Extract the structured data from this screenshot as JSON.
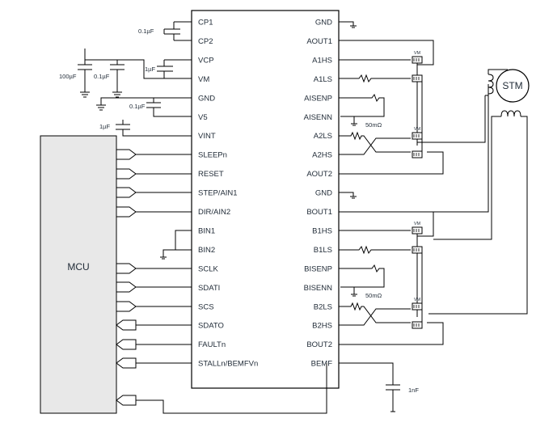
{
  "ic": {
    "left_pins": [
      "CP1",
      "CP2",
      "VCP",
      "VM",
      "GND",
      "V5",
      "VINT",
      "SLEEPn",
      "RESET",
      "STEP/AIN1",
      "DIR/AIN2",
      "BIN1",
      "BIN2",
      "SCLK",
      "SDATI",
      "SCS",
      "SDATO",
      "FAULTn",
      "STALLn/BEMFVn"
    ],
    "right_pins": [
      "GND",
      "AOUT1",
      "A1HS",
      "A1LS",
      "AISENP",
      "AISENN",
      "A2LS",
      "A2HS",
      "AOUT2",
      "GND",
      "BOUT1",
      "B1HS",
      "B1LS",
      "BISENP",
      "BISENN",
      "B2LS",
      "B2HS",
      "BOUT2",
      "BEMF"
    ]
  },
  "mcu_label": "MCU",
  "motor_label": "STM",
  "components": {
    "c_cp": "0.1µF",
    "c_vcp": "1µF",
    "c_bulk": "100µF",
    "c_vm": "0.1µF",
    "c_v5": "0.1µF",
    "c_vint": "1µF",
    "r_sense_a": "50mΩ",
    "r_sense_b": "50mΩ",
    "c_bemf": "1nF",
    "fet_label": "VM"
  },
  "colors": {
    "line": "#000000",
    "text": "#1f2a36",
    "mcu_fill": "#e8e8e8"
  }
}
